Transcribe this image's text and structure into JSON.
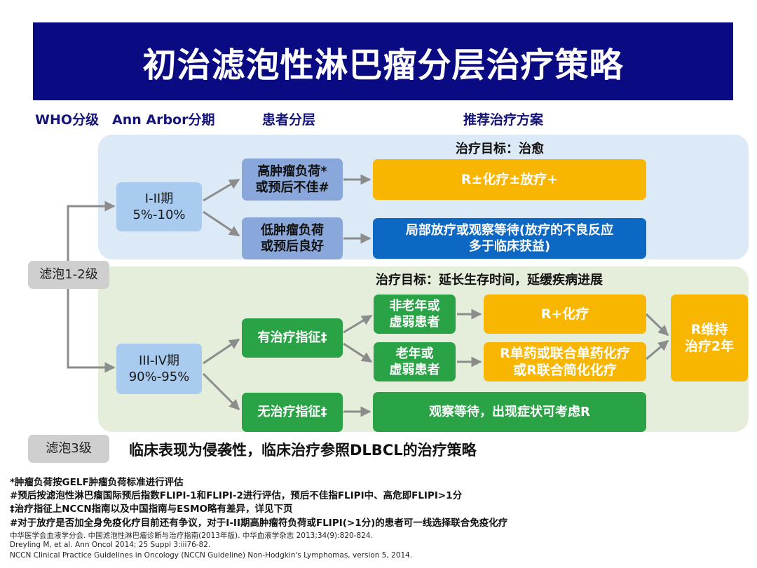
{
  "title": "初治滤泡性淋巴瘤分层治疗策略",
  "columns": {
    "who": "WHO分级",
    "ann_arbor": "Ann Arbor分期",
    "patient": "患者分层",
    "treatment": "推荐治疗方案"
  },
  "goals": {
    "cure": "治疗目标：治愈",
    "prolong": "治疗目标：延长生存时间，延缓疾病进展"
  },
  "grades": {
    "g12": "滤泡1-2级",
    "g3": "滤泡3级",
    "g3_text": "临床表现为侵袭性，临床治疗参照DLBCL的治疗策略"
  },
  "stages": {
    "early": "I-II期\n5%-10%",
    "advanced": "III-IV期\n90%-95%"
  },
  "risk": {
    "high": "高肿瘤负荷*\n或预后不佳#",
    "low": "低肿瘤负荷\n或预后良好",
    "indicated": "有治疗指征‡",
    "not_indicated": "无治疗指征‡"
  },
  "age": {
    "fit": "非老年或\n虚弱患者",
    "frail": "老年或\n虚弱患者"
  },
  "treatments": {
    "r_chemo_rt": "R±化疗±放疗+",
    "local_rt": "局部放疗或观察等待(放疗的不良反应\n多于临床获益)",
    "r_chemo": "R+化疗",
    "r_mono": "R单药或联合单药化疗\n或R联合简化化疗",
    "maintenance": "R维持\n治疗2年",
    "watch": "观察等待，出现症状可考虑R"
  },
  "footnotes": [
    "*肿瘤负荷按GELF肿瘤负荷标准进行评估",
    "#预后按滤泡性淋巴瘤国际预后指数FLIPI-1和FLIPI-2进行评估，预后不佳指FLIPI中、高危即FLIPI>1分",
    "‡治疗指征上NCCN指南以及中国指南与ESMO略有差异，详见下页",
    "#对于放疗是否加全身免疫化疗目前还有争议，对于I-II期高肿瘤符负荷或FLIPI(>1分)的患者可一线选择联合免疫化疗"
  ],
  "references": [
    "中华医学会血液学分会. 中国滤泡性淋巴瘤诊断与治疗指南(2013年版). 中华血液学杂志 2013;34(9):820-824.",
    "Dreyling M, et al. Ann Oncol 2014; 25 Suppl 3:iii76-82.",
    "NCCN Clinical Practice Guidelines in Oncology (NCCN Guideline) Non-Hodgkin's Lymphomas, version 5, 2014."
  ],
  "colors": {
    "title_bg": "#0a0a82",
    "arrow": "#8c8c8c",
    "orange": "#f8b600",
    "green": "#29a345",
    "blue": "#0c68c3"
  }
}
